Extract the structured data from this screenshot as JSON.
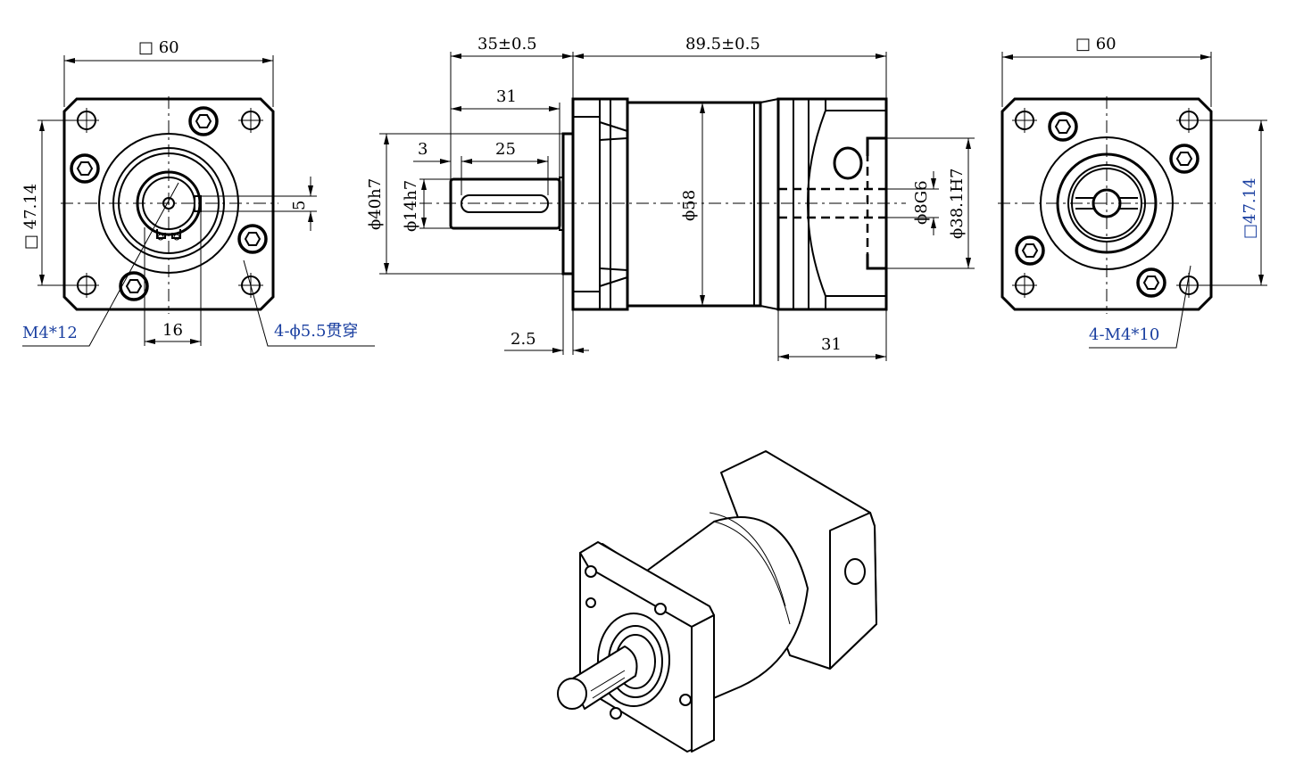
{
  "front_view": {
    "width_label": "□ 60",
    "bolt_square_label": "□ 47.14",
    "key_width_label": "5",
    "key_height_label": "16",
    "screw_label": "M4*12",
    "hole_label": "4-ϕ5.5贯穿"
  },
  "side_view": {
    "shaft_length_label": "35±0.5",
    "body_length_label": "89.5±0.5",
    "shaft_usable_label": "31",
    "key_offset_label": "3",
    "key_length_label": "25",
    "pilot_dia_label": "ϕ40h7",
    "shaft_dia_label": "ϕ14h7",
    "body_dia_label": "ϕ58",
    "input_bore_label": "ϕ8G6",
    "motor_pilot_label": "ϕ38.1H7",
    "pilot_thickness_label": "2.5",
    "adapter_length_label": "31"
  },
  "rear_view": {
    "width_label": "□ 60",
    "bolt_square_label": "□47.14",
    "thread_label": "4-M4*10"
  }
}
